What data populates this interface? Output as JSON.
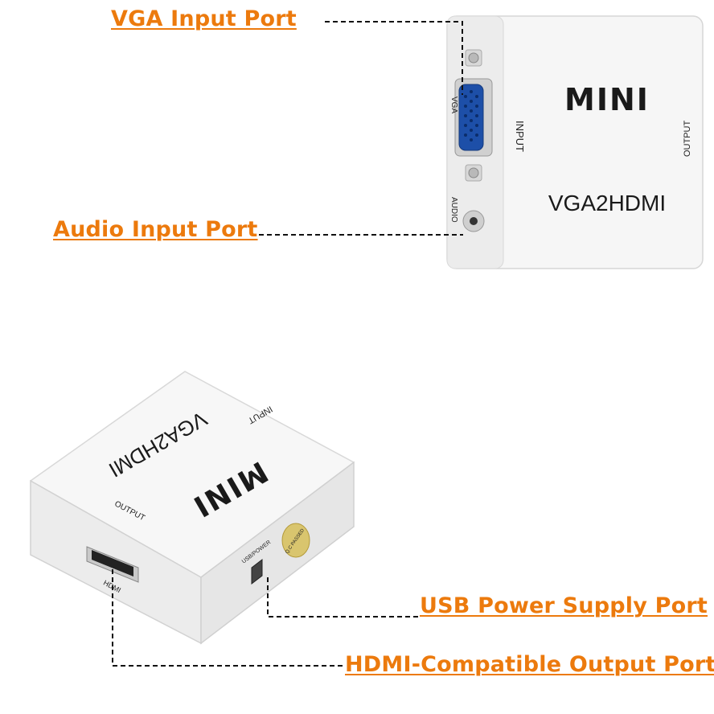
{
  "callouts": {
    "vga_input": "VGA Input Port",
    "audio_input": "Audio Input Port",
    "usb_power": "USB Power Supply Port",
    "hdmi_output": "HDMI-Compatible Output Port"
  },
  "device_front": {
    "brand": "MINI",
    "model": "VGA2HDMI",
    "input_label": "INPUT",
    "output_label": "OUTPUT",
    "vga_label": "VGA",
    "audio_label": "AUDIO"
  },
  "device_back": {
    "brand": "MINI",
    "model": "VGA2HDMI",
    "input_label": "INPUT",
    "output_label": "OUTPUT",
    "hdmi_label": "HDMI",
    "usb_label": "USB/POWER",
    "qc_sticker": "Q.C PASSED"
  },
  "colors": {
    "callout": "#ec7a0d",
    "device_body": "#f4f4f4",
    "vga_port": "#1d4fa8"
  }
}
